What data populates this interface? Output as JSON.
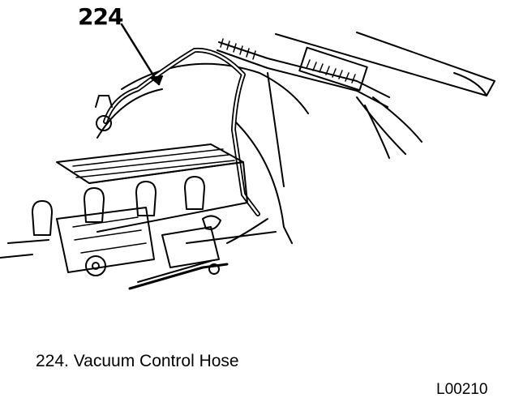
{
  "callout": {
    "number": "224"
  },
  "legend": [
    {
      "number": "224.",
      "description": "Vacuum Control Hose"
    }
  ],
  "figure_code": "L00210",
  "colors": {
    "ink": "#000000",
    "paper": "#ffffff"
  }
}
